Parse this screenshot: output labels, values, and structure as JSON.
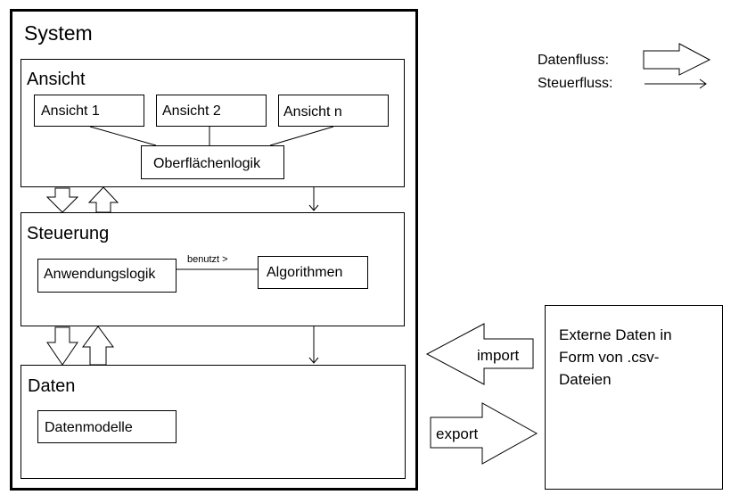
{
  "system": {
    "title": "System"
  },
  "legend": {
    "data_flow_label": "Datenfluss:",
    "control_flow_label": "Steuerfluss:"
  },
  "ansicht": {
    "title": "Ansicht",
    "views": [
      "Ansicht 1",
      "Ansicht 2",
      "Ansicht n"
    ],
    "logic": "Oberflächenlogik"
  },
  "steuerung": {
    "title": "Steuerung",
    "app_logic": "Anwendungslogik",
    "algorithms": "Algorithmen",
    "relation_label": "benutzt >"
  },
  "daten": {
    "title": "Daten",
    "models": "Datenmodelle"
  },
  "external": {
    "text_line1": "Externe Daten in",
    "text_line2": "Form von .csv-",
    "text_line3": "Dateien",
    "import_label": "import",
    "export_label": "export"
  }
}
